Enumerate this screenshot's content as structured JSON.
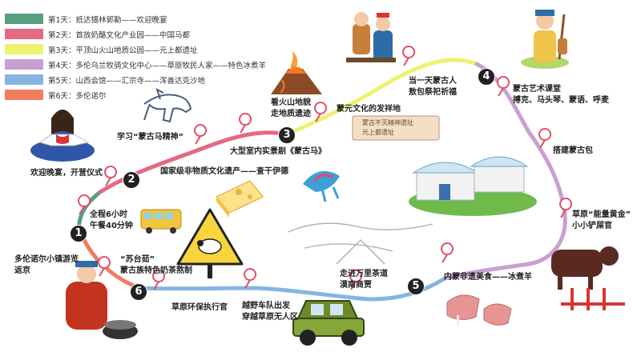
{
  "legend": [
    {
      "label": "第1天：抵达锡林郭勒——欢迎晚宴",
      "color": "#5a9e80"
    },
    {
      "label": "第2天：首放奶酪文化产业园——中国马都",
      "color": "#e36a82"
    },
    {
      "label": "第3天：平顶山火山地质公园——元上都遗址",
      "color": "#eef270"
    },
    {
      "label": "第4天：多伦乌兰牧骑文化中心——草原牧民人家——特色冰煮羊",
      "color": "#c8a0d0"
    },
    {
      "label": "第5天：山西会馆——汇宗寺——浑善达克沙地",
      "color": "#86b4e2"
    },
    {
      "label": "第6天：多伦诺尔",
      "color": "#ef7d5e"
    }
  ],
  "stops": {
    "s1": "1",
    "s2": "2",
    "s3": "3",
    "s4": "4",
    "s5": "5",
    "s6": "6"
  },
  "labels": {
    "welcome": "欢迎晚宴，开营仪式",
    "drive_line1": "全程6小时",
    "drive_line2": "午餐40分钟",
    "horse_spirit": "学习“蒙古马精神”",
    "cheese": "国家级非物质文化遗产——查干伊德",
    "volcano_line1": "看火山地貌",
    "volcano_line2": "走地质遗迹",
    "drama": "大型室内实景剧《蒙古马》",
    "mongol_day_line1": "当一天蒙古人",
    "mongol_day_line2": "敖包祭祀祈福",
    "yuan": "蒙元文化的发祥地",
    "art_class_line1": "蒙古艺术课堂",
    "art_class_line2": "搏克、马头琴、蒙语、呼麦",
    "yurt": "搭建蒙古包",
    "dung_line1": "草原“能量黄金”",
    "dung_line2": "小小铲屎官",
    "food": "内蒙非遗美食——冰煮羊",
    "tea_line1": "走进万里茶道",
    "tea_line2": "漠南商贾",
    "offroad_line1": "越野车队出发",
    "offroad_line2": "穿越草原无人区",
    "eco": "草原环保执行官",
    "sutaijin_line1": "“苏台茹”",
    "sutaijin_line2": "蒙古族特色奶茶熬制",
    "return_line1": "多伦诺尔小镇游览",
    "return_line2": "返京"
  },
  "plaque": {
    "line1": "蒙古不灭精神遗址",
    "line2": "元上都遗址"
  }
}
